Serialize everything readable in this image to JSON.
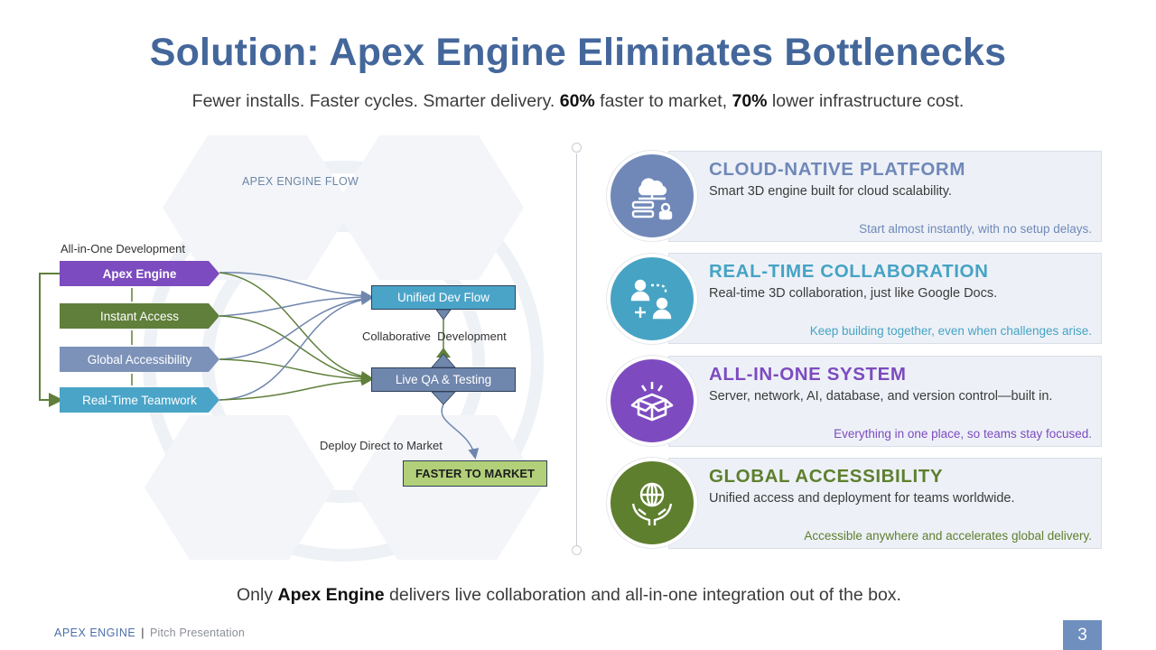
{
  "slide": {
    "title": "Solution: Apex Engine Eliminates Bottlenecks",
    "subtitle": {
      "p1": "Fewer installs. Faster cycles. Smarter delivery. ",
      "b1": "60%",
      "p2": " faster to market, ",
      "b2": "70%",
      "p3": " lower infrastructure cost."
    }
  },
  "flow": {
    "heading": "APEX ENGINE FLOW",
    "group_label": "All-in-One Development",
    "sources": [
      "Apex Engine",
      "Instant Access",
      "Global Accessibility",
      "Real-Time Teamwork"
    ],
    "unified": "Unified Dev Flow",
    "collab_label": "Collaborative  Development",
    "live_qa": "Live QA & Testing",
    "deploy_label": "Deploy Direct to Market",
    "faster": "FASTER TO MARKET"
  },
  "cards": [
    {
      "title": "CLOUD-NATIVE PLATFORM",
      "desc": "Smart 3D engine built for cloud scalability.",
      "note": "Start almost instantly, with no setup delays.",
      "color": "#7088b8",
      "icon": "cloud-server-icon"
    },
    {
      "title": "REAL-TIME COLLABORATION",
      "desc": "Real-time 3D collaboration, just like Google Docs.",
      "note": "Keep building together, even when challenges arise.",
      "color": "#46a3c4",
      "icon": "team-collaboration-icon"
    },
    {
      "title": "ALL-IN-ONE SYSTEM",
      "desc": "Server, network, AI, database, and version control—built in.",
      "note": "Everything in one place, so teams stay focused.",
      "color": "#7d4bbf",
      "icon": "open-box-icon"
    },
    {
      "title": "GLOBAL ACCESSIBILITY",
      "desc": "Unified access and deployment for teams worldwide.",
      "note": "Accessible anywhere and accelerates global delivery.",
      "color": "#5e7f2e",
      "icon": "globe-hands-icon"
    }
  ],
  "footer": {
    "p1": "Only ",
    "b1": "Apex Engine",
    "p2": " delivers live collaboration and all-in-one integration out of the box.",
    "brand": "APEX ENGINE",
    "sep": "|",
    "brand_sub": "Pitch Presentation",
    "page": "3"
  }
}
